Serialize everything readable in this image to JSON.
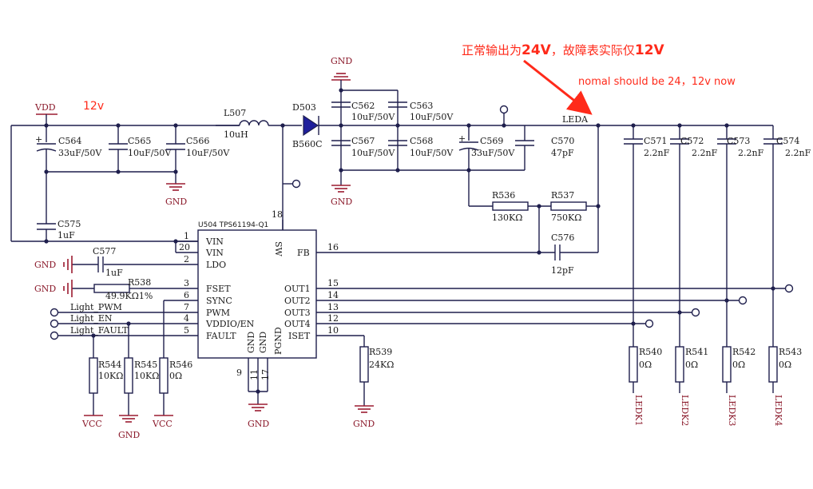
{
  "annotations": {
    "red_note_zh_prefix": "正常输出为",
    "red_note_zh_24v": "24V",
    "red_note_zh_mid": "，故障表实际仅",
    "red_note_zh_12v": "12V",
    "red_note_en": "nomal should be 24，12v now",
    "red_12v": "12v",
    "arrow_color": "#ff2a1a"
  },
  "power": {
    "vdd": "VDD",
    "gnd": "GND",
    "vcc": "VCC"
  },
  "nets": {
    "leda": "LEDA",
    "light_pwm": "Light_PWM",
    "light_en": "Light_EN",
    "light_fault": "Light_FAULT",
    "ledk1": "LEDK1",
    "ledk2": "LEDK2",
    "ledk3": "LEDK3",
    "ledk4": "LEDK4"
  },
  "components": {
    "c564": {
      "ref": "C564",
      "val": "33uF/50V"
    },
    "c565": {
      "ref": "C565",
      "val": "10uF/50V"
    },
    "c566": {
      "ref": "C566",
      "val": "10uF/50V"
    },
    "c575": {
      "ref": "C575",
      "val": "1uF"
    },
    "c577": {
      "ref": "C577",
      "val": "1uF"
    },
    "l507": {
      "ref": "L507",
      "val": "10uH"
    },
    "d503": {
      "ref": "D503",
      "val": "B560C"
    },
    "c562": {
      "ref": "C562",
      "val": "10uF/50V"
    },
    "c563": {
      "ref": "C563",
      "val": "10uF/50V"
    },
    "c567": {
      "ref": "C567",
      "val": "10uF/50V"
    },
    "c568": {
      "ref": "C568",
      "val": "10uF/50V"
    },
    "c569": {
      "ref": "C569",
      "val": "33uF/50V"
    },
    "c570": {
      "ref": "C570",
      "val": "47pF"
    },
    "r536": {
      "ref": "R536",
      "val": "130KΩ"
    },
    "r537": {
      "ref": "R537",
      "val": "750KΩ"
    },
    "c576": {
      "ref": "C576",
      "val": "12pF"
    },
    "c571": {
      "ref": "C571",
      "val": "2.2nF"
    },
    "c572": {
      "ref": "C572",
      "val": "2.2nF"
    },
    "c573": {
      "ref": "C573",
      "val": "2.2nF"
    },
    "c574": {
      "ref": "C574",
      "val": "2.2nF"
    },
    "r538": {
      "ref": "R538",
      "val": "49.9KΩ1%"
    },
    "r539": {
      "ref": "R539",
      "val": "24KΩ"
    },
    "r540": {
      "ref": "R540",
      "val": "0Ω"
    },
    "r541": {
      "ref": "R541",
      "val": "0Ω"
    },
    "r542": {
      "ref": "R542",
      "val": "0Ω"
    },
    "r543": {
      "ref": "R543",
      "val": "0Ω"
    },
    "r544": {
      "ref": "R544",
      "val": "10KΩ"
    },
    "r545": {
      "ref": "R545",
      "val": "10KΩ"
    },
    "r546": {
      "ref": "R546",
      "val": "0Ω"
    }
  },
  "ic": {
    "ref": "U504 TPS61194-Q1",
    "pins_left": [
      {
        "num": "1",
        "name": "VIN"
      },
      {
        "num": "20",
        "name": "VIN"
      },
      {
        "num": "2",
        "name": "LDO"
      },
      {
        "num": "3",
        "name": "FSET"
      },
      {
        "num": "6",
        "name": "SYNC"
      },
      {
        "num": "7",
        "name": "PWM"
      },
      {
        "num": "4",
        "name": "VDDIO/EN"
      },
      {
        "num": "5",
        "name": "FAULT"
      }
    ],
    "pins_right": [
      {
        "num": "16",
        "name": "FB"
      },
      {
        "num": "15",
        "name": "OUT1"
      },
      {
        "num": "14",
        "name": "OUT2"
      },
      {
        "num": "13",
        "name": "OUT3"
      },
      {
        "num": "12",
        "name": "OUT4"
      },
      {
        "num": "10",
        "name": "ISET"
      }
    ],
    "pin_sw": {
      "num": "18",
      "name": "SW"
    },
    "pins_bottom": [
      {
        "num": "9",
        "name": "GND"
      },
      {
        "num": "11",
        "name": "GND"
      },
      {
        "num": "17",
        "name": "PGND"
      }
    ]
  }
}
